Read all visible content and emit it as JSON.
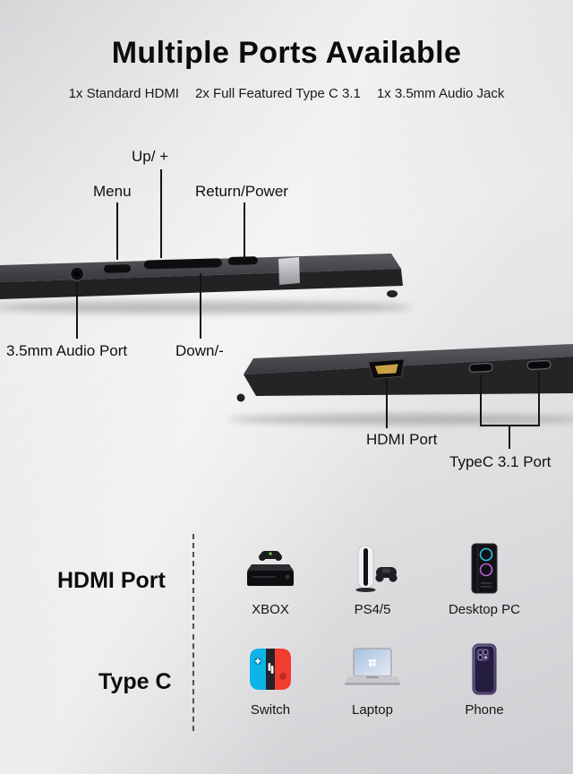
{
  "header": {
    "title": "Multiple Ports Available",
    "subtitle_items": [
      "1x Standard HDMI",
      "2x Full Featured Type C 3.1",
      "1x 3.5mm Audio Jack"
    ]
  },
  "top_edge": {
    "label_up": "Up/ +",
    "label_menu": "Menu",
    "label_return": "Return/Power",
    "label_audio": "3.5mm Audio Port",
    "label_down": "Down/-"
  },
  "port_edge": {
    "label_hdmi": "HDMI Port",
    "label_typec": "TypeC 3.1 Port"
  },
  "compat": {
    "rows": [
      {
        "port": "HDMI Port",
        "devices": [
          {
            "label": "XBOX",
            "icon": "xbox-console-icon"
          },
          {
            "label": "PS4/5",
            "icon": "playstation-icon"
          },
          {
            "label": "Desktop PC",
            "icon": "desktop-tower-icon"
          }
        ]
      },
      {
        "port": "Type C",
        "devices": [
          {
            "label": "Switch",
            "icon": "nintendo-switch-icon"
          },
          {
            "label": "Laptop",
            "icon": "laptop-icon"
          },
          {
            "label": "Phone",
            "icon": "smartphone-icon"
          }
        ]
      }
    ]
  },
  "colors": {
    "device_body": "#2b2b2e",
    "hdmi_gold": "#c9a145",
    "switch_blue": "#0cb4e8",
    "switch_red": "#f23c30",
    "pc_rgb_cyan": "#2dc7d8",
    "pc_rgb_purple": "#b75fe0",
    "phone_purple": "#5f4b8b"
  }
}
